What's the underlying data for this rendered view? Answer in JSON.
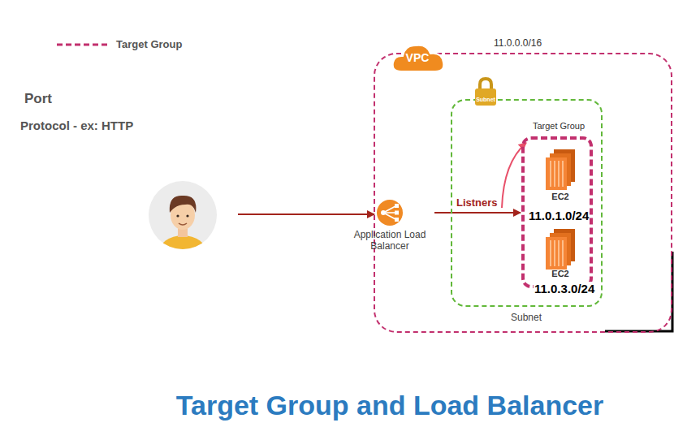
{
  "diagram": {
    "title": "Target Group and Load Balancer",
    "nodes": [
      {
        "text": [
          "VPC",
          "11.0.0.0/16"
        ]
      },
      {
        "text": [
          "Application Load Balancer"
        ],
        "in": 0
      },
      {
        "text": [
          "Subnet",
          "Subnet"
        ],
        "in": 0
      },
      {
        "text": [
          "Target Group"
        ],
        "in": 2
      },
      {
        "text": [
          "EC2",
          "11.0.1.0/24"
        ],
        "in": 3
      },
      {
        "text": [
          "EC2",
          "11.0.3.0/24"
        ],
        "in": 3
      }
    ],
    "edges": [
      {
        "from": 1,
        "to": 3,
        "label": "Listners",
        "arrow": "to"
      }
    ],
    "labels": [
      "Port",
      "Protocol - ex: HTTP"
    ],
    "legend": [
      {
        "text": "Target Group"
      }
    ]
  }
}
